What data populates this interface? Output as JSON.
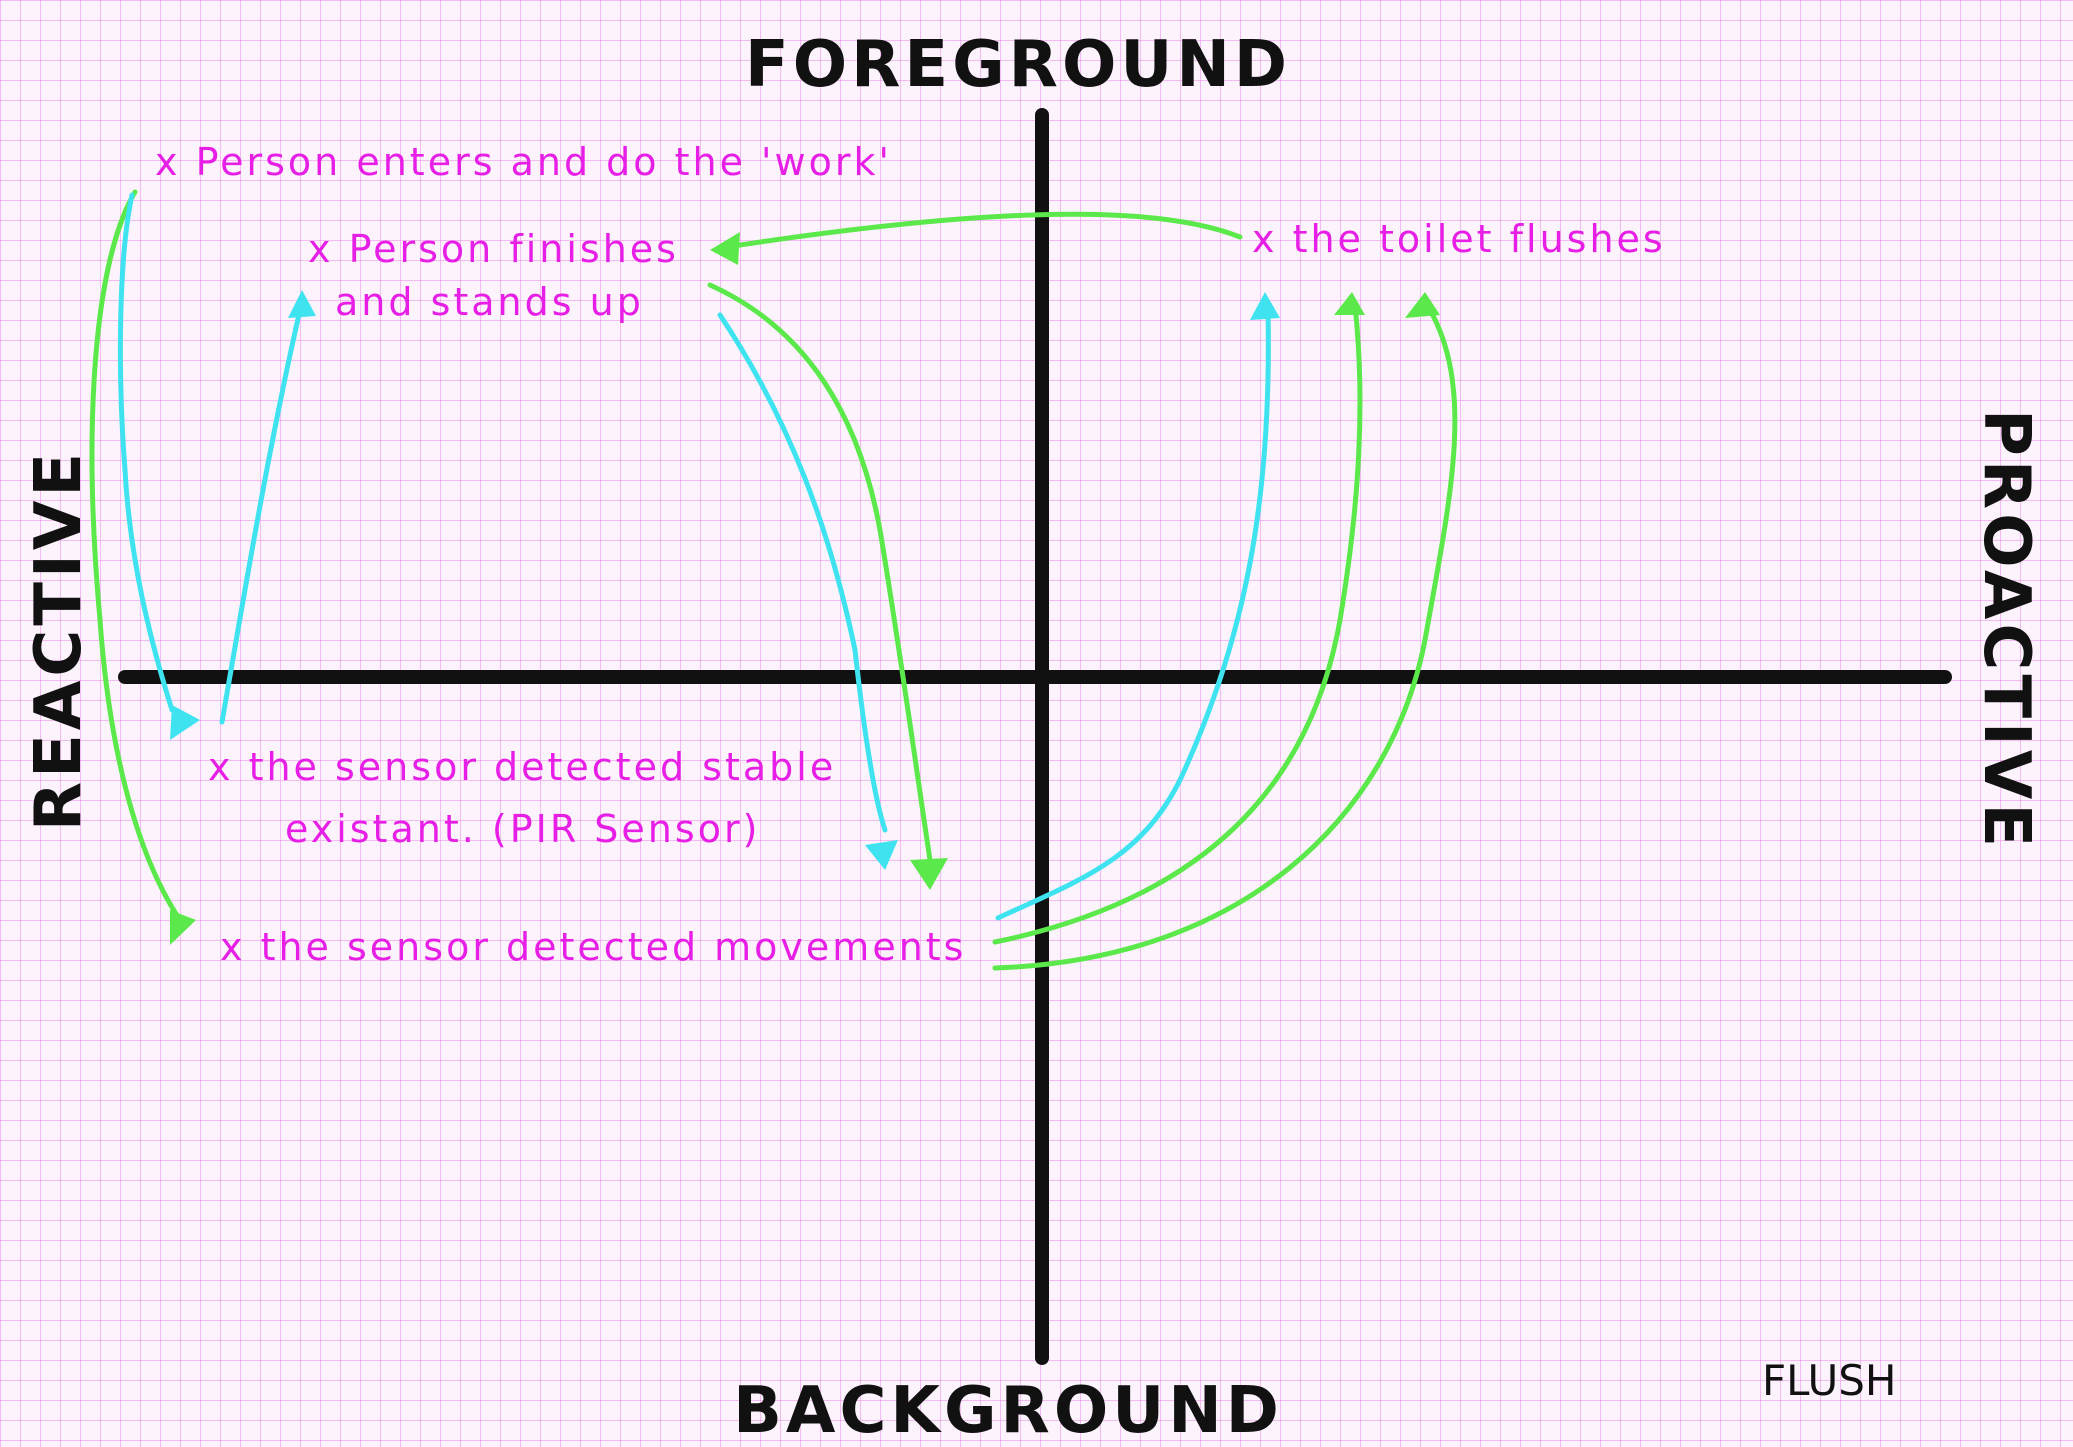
{
  "axes": {
    "top": "FOREGROUND",
    "bottom": "BACKGROUND",
    "left": "REACTIVE",
    "right": "PROACTIVE"
  },
  "notes": {
    "person_enters": "x Person enters and do the 'work'",
    "person_finishes_line1": "x Person finishes",
    "person_finishes_line2": "and stands up",
    "toilet_flushes": "x the toilet flushes",
    "sensor_stable_line1": "x the sensor detected stable",
    "sensor_stable_line2": "existant. (PIR Sensor)",
    "sensor_movements": "x the sensor detected movements"
  },
  "footer": "FLUSH",
  "colors": {
    "axis": "#111111",
    "note_text": "#e61ee6",
    "arrow_green": "#5be84a",
    "arrow_cyan": "#3fe3f0",
    "grid": "#e678e6"
  }
}
